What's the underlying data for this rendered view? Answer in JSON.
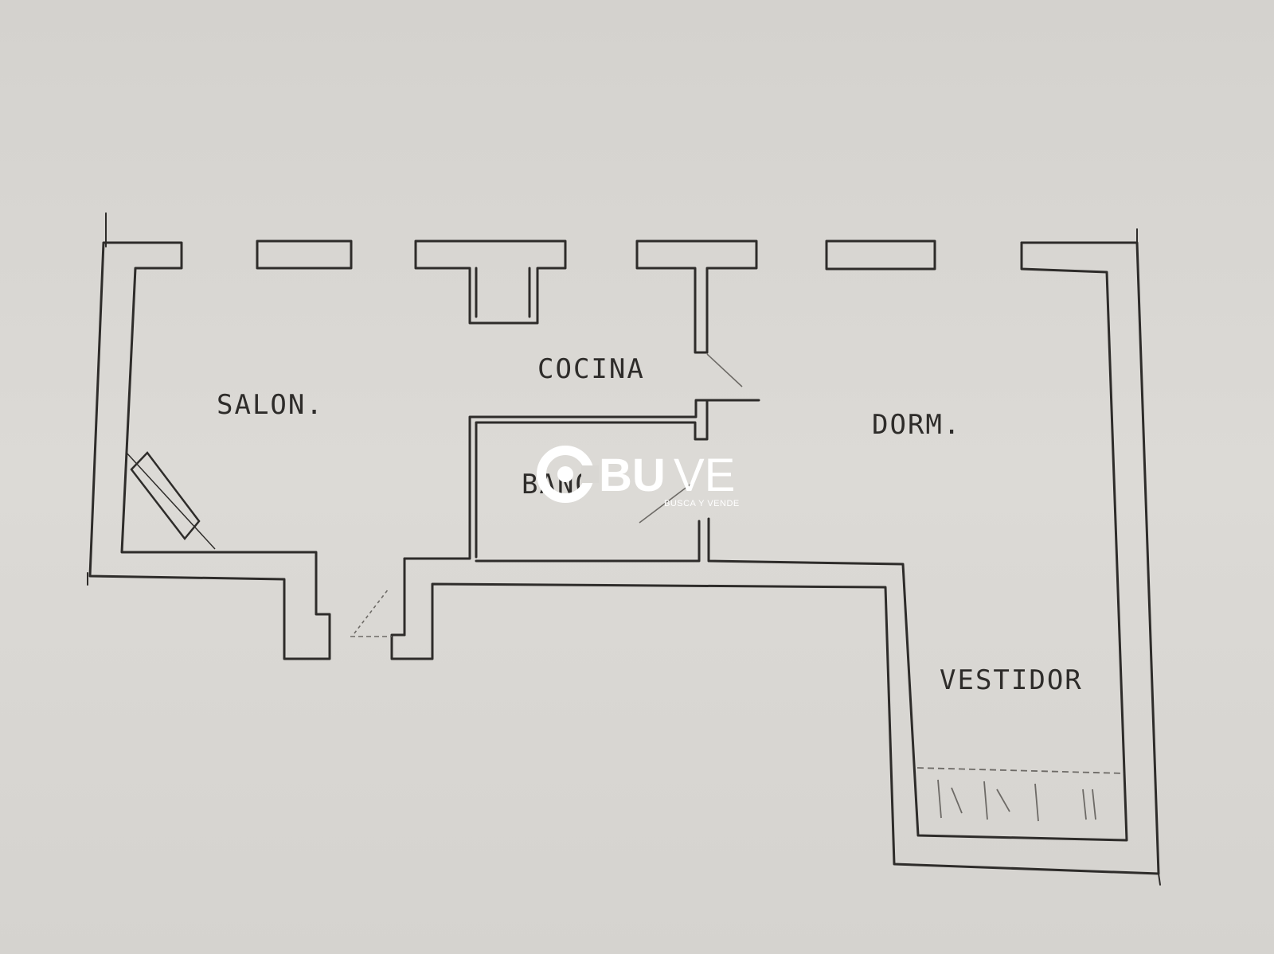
{
  "plan": {
    "rooms": {
      "salon": "SALON.",
      "cocina": "COCINA",
      "dorm": "DORM.",
      "bano": "BAÑO",
      "vestidor": "VESTIDOR"
    }
  },
  "watermark": {
    "brand_bold": "BU",
    "brand_thin": "VE",
    "tagline": "BUSCA Y VENDE",
    "icon": "cbuve-logo-icon"
  },
  "colors": {
    "paper": "#d9d7d3",
    "ink": "#2e2c2a",
    "watermark": "#ffffff"
  }
}
